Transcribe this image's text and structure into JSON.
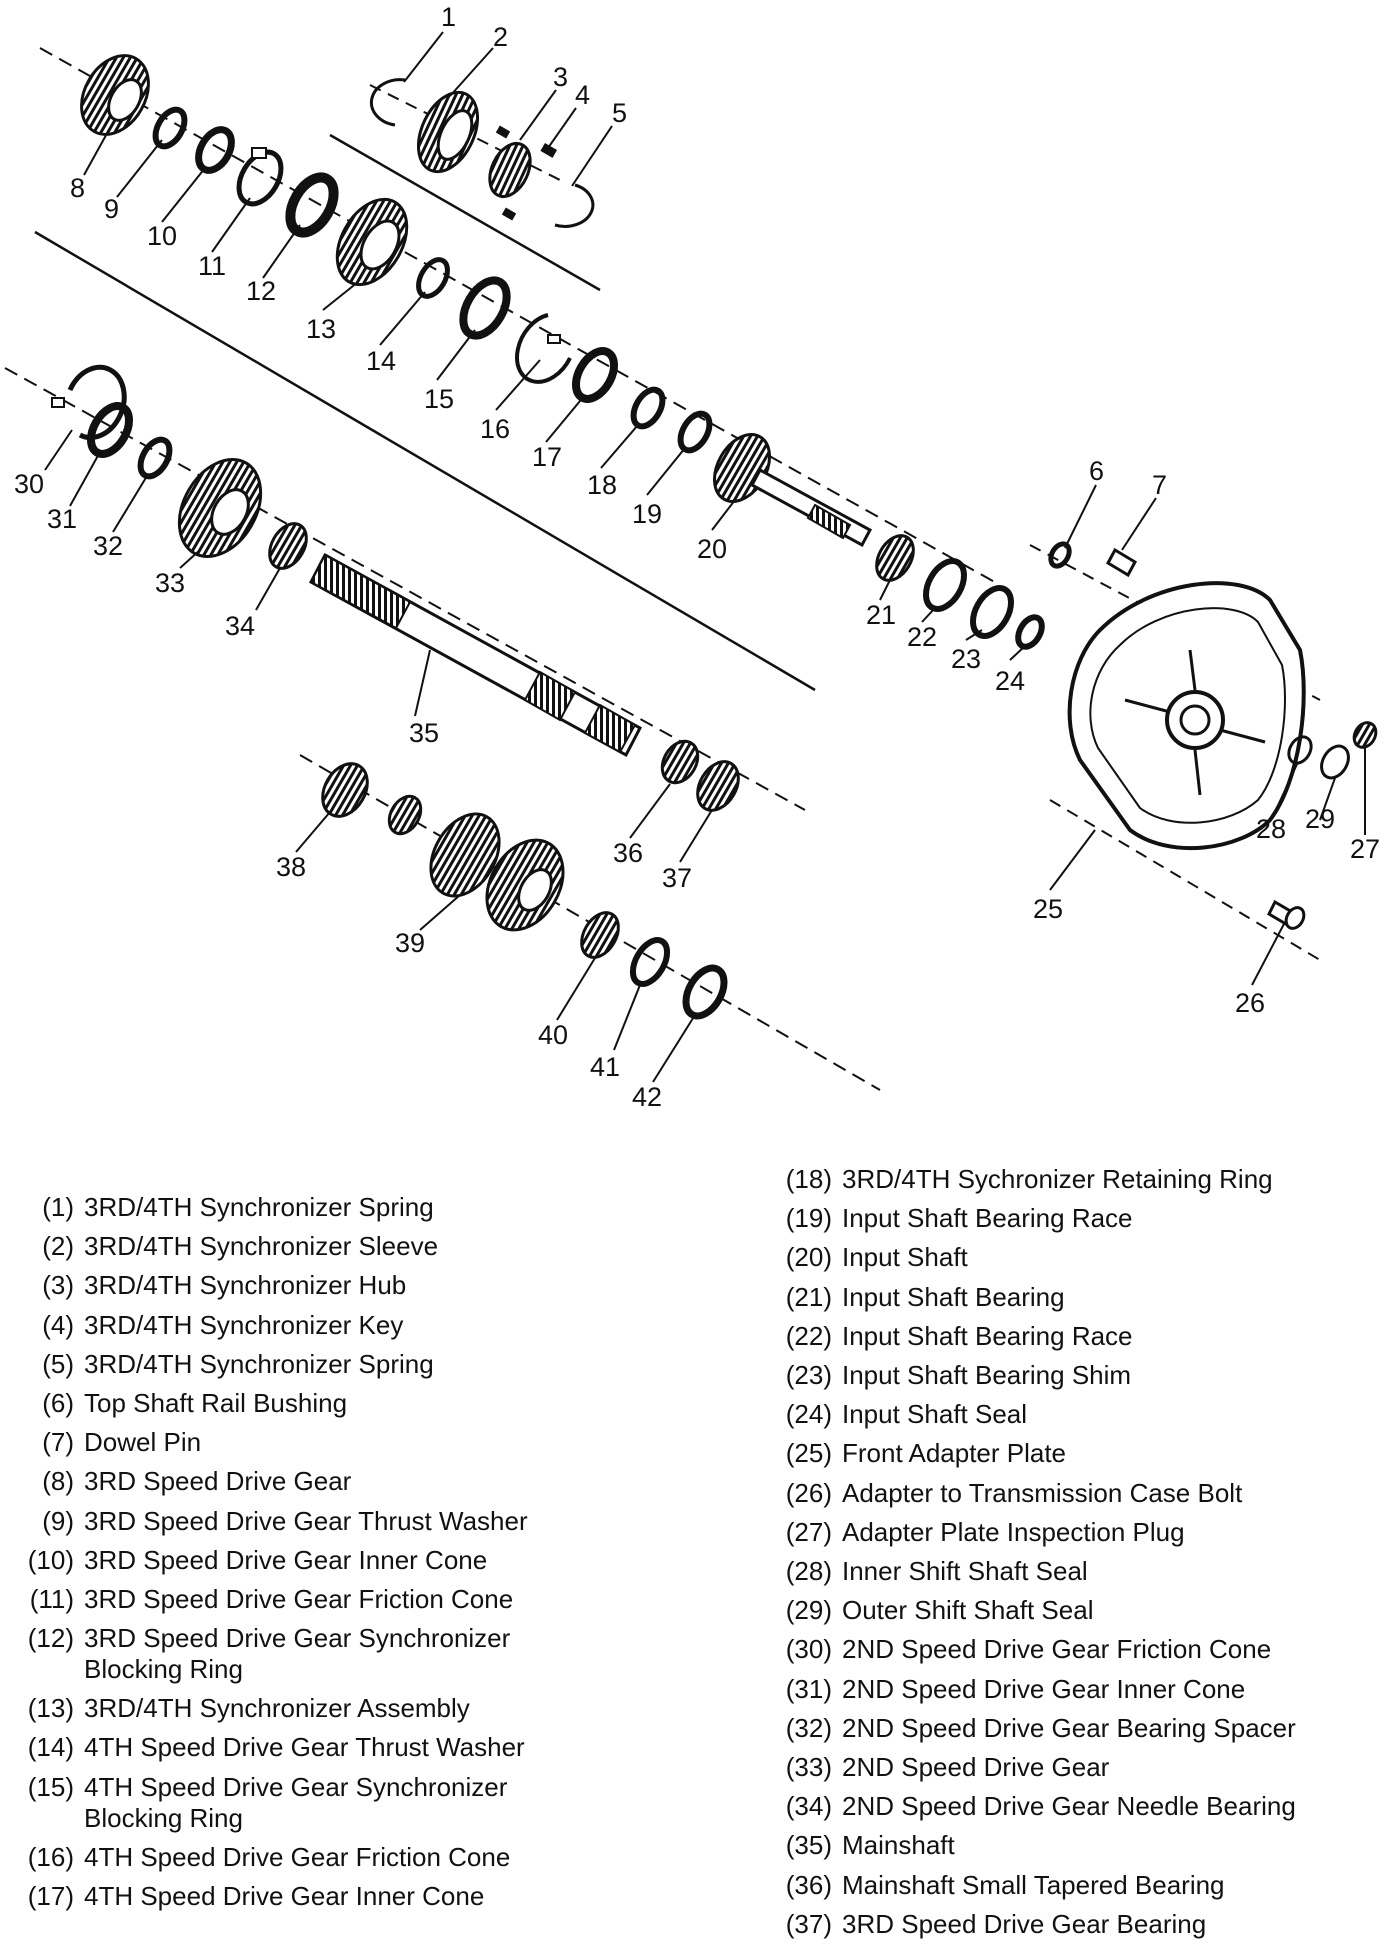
{
  "callouts": [
    "1",
    "2",
    "3",
    "4",
    "5",
    "6",
    "7",
    "8",
    "9",
    "10",
    "11",
    "12",
    "13",
    "14",
    "15",
    "16",
    "17",
    "18",
    "19",
    "20",
    "21",
    "22",
    "23",
    "24",
    "25",
    "26",
    "27",
    "28",
    "29",
    "30",
    "31",
    "32",
    "33",
    "34",
    "35",
    "36",
    "37",
    "38",
    "39",
    "40",
    "41",
    "42"
  ],
  "legend_left": [
    {
      "num": "(1)",
      "text": "3RD/4TH Synchronizer Spring"
    },
    {
      "num": "(2)",
      "text": "3RD/4TH Synchronizer Sleeve"
    },
    {
      "num": "(3)",
      "text": "3RD/4TH Synchronizer Hub"
    },
    {
      "num": "(4)",
      "text": "3RD/4TH Synchronizer Key"
    },
    {
      "num": "(5)",
      "text": "3RD/4TH Synchronizer Spring"
    },
    {
      "num": "(6)",
      "text": "Top Shaft Rail Bushing"
    },
    {
      "num": "(7)",
      "text": "Dowel Pin"
    },
    {
      "num": "(8)",
      "text": "3RD Speed Drive Gear"
    },
    {
      "num": "(9)",
      "text": "3RD Speed Drive Gear Thrust Washer"
    },
    {
      "num": "(10)",
      "text": "3RD Speed Drive Gear Inner Cone"
    },
    {
      "num": "(11)",
      "text": "3RD Speed Drive Gear Friction Cone"
    },
    {
      "num": "(12)",
      "text": "3RD Speed Drive Gear Synchronizer Blocking Ring"
    },
    {
      "num": "(13)",
      "text": "3RD/4TH Synchronizer Assembly"
    },
    {
      "num": "(14)",
      "text": "4TH Speed Drive Gear Thrust Washer"
    },
    {
      "num": "(15)",
      "text": "4TH Speed Drive Gear Synchronizer Blocking Ring"
    },
    {
      "num": "(16)",
      "text": "4TH Speed Drive Gear Friction Cone"
    },
    {
      "num": "(17)",
      "text": "4TH Speed Drive Gear Inner Cone"
    }
  ],
  "legend_right": [
    {
      "num": "(18)",
      "text": "3RD/4TH Sychronizer Retaining Ring"
    },
    {
      "num": "(19)",
      "text": "Input Shaft Bearing Race"
    },
    {
      "num": "(20)",
      "text": "Input Shaft"
    },
    {
      "num": "(21)",
      "text": "Input Shaft Bearing"
    },
    {
      "num": "(22)",
      "text": "Input Shaft Bearing Race"
    },
    {
      "num": "(23)",
      "text": "Input Shaft Bearing Shim"
    },
    {
      "num": "(24)",
      "text": "Input Shaft Seal"
    },
    {
      "num": "(25)",
      "text": "Front Adapter Plate"
    },
    {
      "num": "(26)",
      "text": "Adapter to Transmission Case Bolt"
    },
    {
      "num": "(27)",
      "text": "Adapter Plate Inspection Plug"
    },
    {
      "num": "(28)",
      "text": "Inner Shift Shaft Seal"
    },
    {
      "num": "(29)",
      "text": "Outer Shift Shaft Seal"
    },
    {
      "num": "(30)",
      "text": "2ND Speed Drive Gear Friction Cone"
    },
    {
      "num": "(31)",
      "text": "2ND Speed Drive Gear Inner Cone"
    },
    {
      "num": "(32)",
      "text": "2ND Speed Drive Gear Bearing Spacer"
    },
    {
      "num": "(33)",
      "text": "2ND Speed Drive Gear"
    },
    {
      "num": "(34)",
      "text": "2ND Speed Drive Gear Needle Bearing"
    },
    {
      "num": "(35)",
      "text": "Mainshaft"
    },
    {
      "num": "(36)",
      "text": "Mainshaft Small Tapered Bearing"
    },
    {
      "num": "(37)",
      "text": "3RD Speed Drive Gear Bearing"
    }
  ]
}
